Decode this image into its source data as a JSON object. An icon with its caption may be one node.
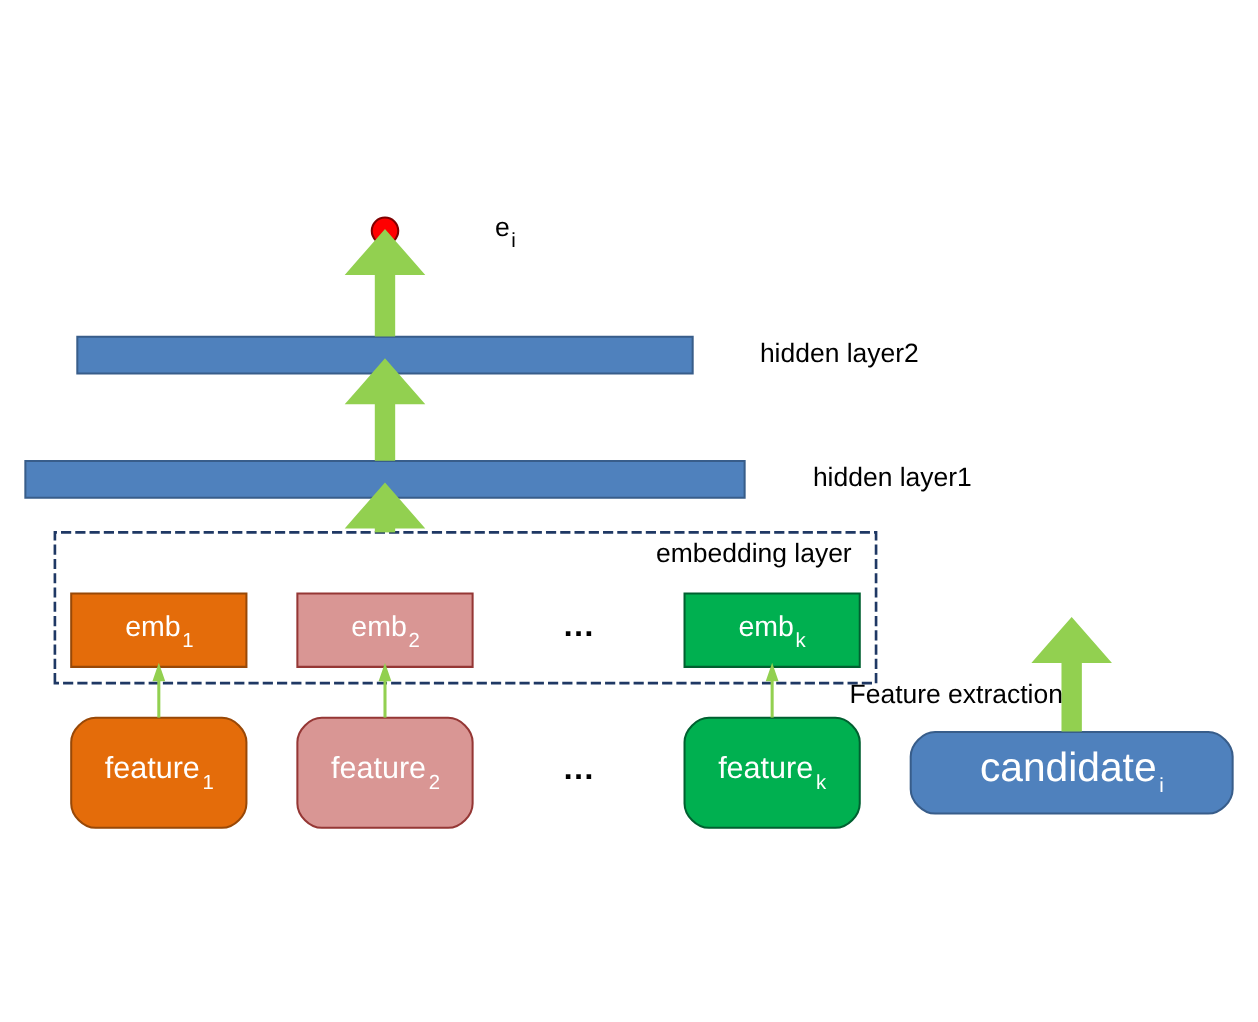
{
  "diagram": {
    "nodes": [
      {
        "text": [],
        "shape": "circle",
        "beside": [
          "e$_{i}$"
        ]
      },
      {
        "text": [],
        "shape": "bar",
        "beside": [
          "hidden layer2"
        ]
      },
      {
        "text": [],
        "shape": "bar",
        "beside": [
          "hidden layer1"
        ]
      },
      {
        "text": [
          "embedding layer"
        ]
      },
      {
        "text": [
          "emb$_{1}$"
        ],
        "in": 3
      },
      {
        "text": [
          "emb$_{2}$"
        ],
        "in": 3
      },
      {
        "text": [
          "emb$_{k}$"
        ],
        "in": 3
      },
      {
        "text": [
          "feature$_{1}$"
        ]
      },
      {
        "text": [
          "feature$_{2}$"
        ]
      },
      {
        "text": [
          "feature$_{k}$"
        ]
      },
      {
        "text": [
          "candidate$_{i}$"
        ]
      }
    ],
    "edges": [
      {
        "from": 1,
        "to": 0,
        "arrow": "to"
      },
      {
        "from": 2,
        "to": 1,
        "arrow": "to"
      },
      {
        "from": 3,
        "to": 2,
        "arrow": "to"
      },
      {
        "from": 7,
        "to": 4,
        "arrow": "to"
      },
      {
        "from": 8,
        "to": 5,
        "arrow": "to"
      },
      {
        "from": 9,
        "to": 6,
        "arrow": "to"
      },
      {
        "from": 10,
        "to": null,
        "arrow": "to",
        "label": "Feature extraction"
      }
    ],
    "labels": [
      "…",
      "…"
    ]
  }
}
